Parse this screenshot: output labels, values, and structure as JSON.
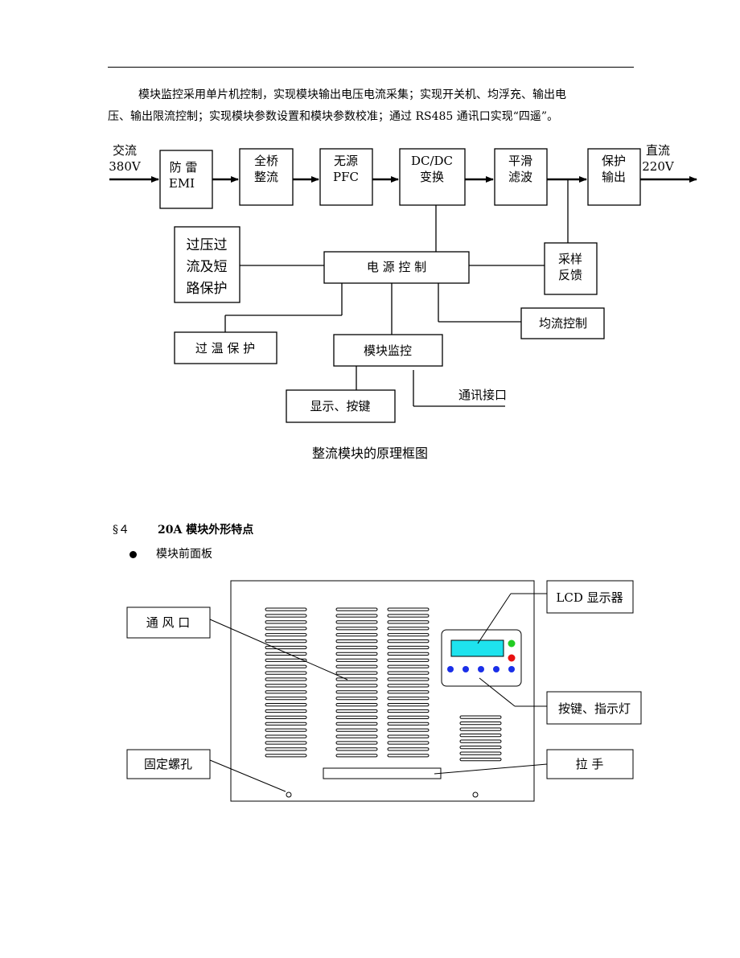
{
  "intro": {
    "line1": "模块监控采用单片机控制，实现模块输出电压电流采集；实现开关机、均浮充、输出电",
    "line2": "压、输出限流控制；实现模块参数设置和模块参数校准；通过 RS485 通讯口实现“四遥”。"
  },
  "diagram": {
    "input_label": [
      "交流",
      "380V"
    ],
    "output_label": [
      "直流",
      "220V"
    ],
    "blocks": {
      "emi": [
        "防 雷",
        "EMI"
      ],
      "bridge": [
        "全桥",
        "整流"
      ],
      "pfc": [
        "无源",
        "PFC"
      ],
      "dcdc": [
        "DC/DC",
        "变换"
      ],
      "filter": [
        "平滑",
        "滤波"
      ],
      "protect_out": [
        "保护",
        "输出"
      ],
      "overvolt": [
        "过压过",
        "流及短",
        "路保护"
      ],
      "power_ctrl": "电 源 控 制",
      "sample": [
        "采样",
        "反馈"
      ],
      "current_share": "均流控制",
      "overtemp": "过 温 保 护",
      "monitor": "模块监控",
      "display_keys": "显示、按键",
      "comm_port": "通讯接口"
    },
    "caption": "整流模块的原理框图"
  },
  "section": {
    "number": "§４",
    "title": "20A 模块外形特点"
  },
  "bullet": {
    "text": "模块前面板"
  },
  "panel": {
    "labels": {
      "vent": "通 风 口",
      "lcd": "LCD 显示器",
      "keys_leds": "按键、指示灯",
      "screw_hole": "固定螺孔",
      "handle": "拉   手"
    },
    "colors": {
      "lcd": "#1ee3ee",
      "led_green": "#22cc22",
      "led_red": "#e81010",
      "key_blue": "#1a2fe8"
    }
  }
}
